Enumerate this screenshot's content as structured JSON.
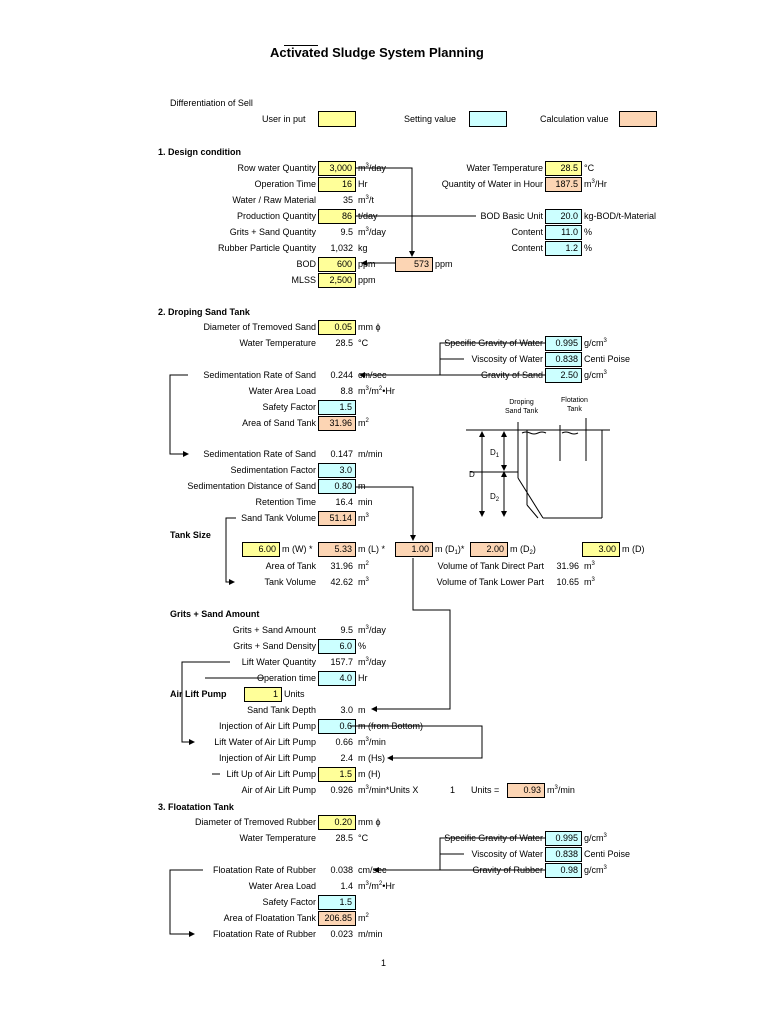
{
  "title": "Activated Sludge System Planning",
  "legend": {
    "heading": "Differentiation of Sell",
    "user": "User in put",
    "setting": "Setting value",
    "calc": "Calculation value"
  },
  "s1": {
    "heading": "1. Design condition",
    "rows": [
      {
        "label": "Row water Quantity",
        "value": "3,000",
        "unit": "m³/day",
        "kind": "in"
      },
      {
        "label": "Operation Time",
        "value": "16",
        "unit": "Hr",
        "kind": "in"
      },
      {
        "label": "Water / Raw Material",
        "value": "35",
        "unit": "m³/t",
        "kind": "plain"
      },
      {
        "label": "Production Quantity",
        "value": "86",
        "unit": "t/day",
        "kind": "in"
      },
      {
        "label": "Grits + Sand Quantity",
        "value": "9.5",
        "unit": "m³/day",
        "kind": "plain"
      },
      {
        "label": "Rubber Particle Quantity",
        "value": "1,032",
        "unit": "kg",
        "kind": "plain"
      },
      {
        "label": "BOD",
        "value": "600",
        "unit": "ppm",
        "kind": "in"
      },
      {
        "label": "MLSS",
        "value": "2,500",
        "unit": "ppm",
        "kind": "in"
      }
    ],
    "right": [
      {
        "label": "Water Temperature",
        "value": "28.5",
        "unit": "°C",
        "kind": "in"
      },
      {
        "label": "Quantity of Water in Hour",
        "value": "187.5",
        "unit": "m³/Hr",
        "kind": "calc"
      },
      {
        "label": "BOD Basic Unit",
        "value": "20.0",
        "unit": "kg-BOD/t-Material",
        "kind": "set"
      },
      {
        "label": "Content",
        "value": "11.0",
        "unit": "%",
        "kind": "set"
      },
      {
        "label": "Content",
        "value": "1.2",
        "unit": "%",
        "kind": "set"
      }
    ],
    "bod_calc": {
      "value": "573",
      "unit": "ppm"
    }
  },
  "s2": {
    "heading": "2. Droping Sand Tank",
    "rows": [
      {
        "label": "Diameter of Tremoved Sand",
        "value": "0.05",
        "unit": "mm ϕ",
        "kind": "in"
      },
      {
        "label": "Water Temperature",
        "value": "28.5",
        "unit": "°C",
        "kind": "plain"
      },
      {
        "label": "",
        "value": "",
        "unit": "",
        "kind": "none"
      },
      {
        "label": "Sedimentation Rate of Sand",
        "value": "0.244",
        "unit": "cm/sec",
        "kind": "plain"
      },
      {
        "label": "Water Area Load",
        "value": "8.8",
        "unit": "m³/m²•Hr",
        "kind": "plain"
      },
      {
        "label": "Safety Factor",
        "value": "1.5",
        "unit": "",
        "kind": "set"
      },
      {
        "label": "Area of Sand Tank",
        "value": "31.96",
        "unit": "m²",
        "kind": "calc"
      }
    ],
    "rows2": [
      {
        "label": "Sedimentation Rate of Sand",
        "value": "0.147",
        "unit": "m/min",
        "kind": "plain"
      },
      {
        "label": "Sedimentation Factor",
        "value": "3.0",
        "unit": "",
        "kind": "set"
      },
      {
        "label": "Sedimentation Distance of Sand",
        "value": "0.80",
        "unit": "m",
        "kind": "set"
      },
      {
        "label": "Retention Time",
        "value": "16.4",
        "unit": "min",
        "kind": "plain"
      },
      {
        "label": "Sand Tank Volume",
        "value": "51.14",
        "unit": "m³",
        "kind": "calc"
      }
    ],
    "right": [
      {
        "label": "Specific Gravity of Water",
        "value": "0.995",
        "unit": "g/cm³",
        "kind": "set"
      },
      {
        "label": "Viscosity of Water",
        "value": "0.838",
        "unit": "Centi Poise",
        "kind": "set"
      },
      {
        "label": "Gravity of Sand",
        "value": "2.50",
        "unit": "g/cm³",
        "kind": "set"
      }
    ],
    "diagram": {
      "left": "Droping\nSand Tank",
      "right": "Flotation\nTank",
      "d": "D",
      "d1": "D",
      "d2": "D"
    }
  },
  "tank": {
    "heading": "Tank Size",
    "w": "6.00",
    "w_unit": "m (W) *",
    "l": "5.33",
    "l_unit": "m (L) *",
    "d1": "1.00",
    "d1_unit": "m (D",
    "d2": "2.00",
    "d2_unit": "m (D",
    "d": "3.00",
    "d_unit": "m (D)",
    "area_label": "Area of Tank",
    "area": "31.96",
    "area_unit": "m²",
    "vol_label": "Tank Volume",
    "vol": "42.62",
    "vol_unit": "m³",
    "vdirect_label": "Volume of Tank Direct Part",
    "vdirect": "31.96",
    "vdirect_unit": "m³",
    "vlower_label": "Volume of Tank Lower Part",
    "vlower": "10.65",
    "vlower_unit": "m³"
  },
  "grits": {
    "heading": "Grits + Sand Amount",
    "rows": [
      {
        "label": "Grits + Sand Amount",
        "value": "9.5",
        "unit": "m³/day",
        "kind": "plain"
      },
      {
        "label": "Grits + Sand Density",
        "value": "6.0",
        "unit": "%",
        "kind": "set"
      },
      {
        "label": "Lift Water Quantity",
        "value": "157.7",
        "unit": "m³/day",
        "kind": "plain"
      },
      {
        "label": "Operation time",
        "value": "4.0",
        "unit": "Hr",
        "kind": "set"
      }
    ],
    "pump_label": "Air Lift Pump",
    "pump_units": "1",
    "pump_units_label": "Units",
    "rows2": [
      {
        "label": "Sand Tank Depth",
        "value": "3.0",
        "unit": "m",
        "kind": "plain"
      },
      {
        "label": "Injection of Air Lift Pump",
        "value": "0.6",
        "unit": "m (from Bottom)",
        "kind": "set"
      },
      {
        "label": "Lift Water of Air Lift Pump",
        "value": "0.66",
        "unit": "m³/min",
        "kind": "plain"
      },
      {
        "label": "Injection of Air Lift Pump",
        "value": "2.4",
        "unit": "m (Hs)",
        "kind": "plain"
      },
      {
        "label": "Lift Up of Air Lift Pump",
        "value": "1.5",
        "unit": "m (H)",
        "kind": "in"
      },
      {
        "label": "Air of Air Lift Pump",
        "value": "0.926",
        "unit": "m³/min*Units  X",
        "kind": "plain"
      }
    ],
    "units_count": "1",
    "units_word": "Units  =",
    "air_total": "0.93",
    "air_total_unit": "m³/min"
  },
  "s3": {
    "heading": "3. Floatation Tank",
    "rows": [
      {
        "label": "Diameter of Tremoved Rubber",
        "value": "0.20",
        "unit": "mm ϕ",
        "kind": "in"
      },
      {
        "label": "Water Temperature",
        "value": "28.5",
        "unit": "°C",
        "kind": "plain"
      },
      {
        "label": "",
        "value": "",
        "unit": "",
        "kind": "none"
      },
      {
        "label": "Floatation Rate of Rubber",
        "value": "0.038",
        "unit": "cm/sec",
        "kind": "plain"
      },
      {
        "label": "Water Area Load",
        "value": "1.4",
        "unit": "m³/m²•Hr",
        "kind": "plain"
      },
      {
        "label": "Safety Factor",
        "value": "1.5",
        "unit": "",
        "kind": "set"
      },
      {
        "label": "Area of Floatation Tank",
        "value": "206.85",
        "unit": "m²",
        "kind": "calc"
      },
      {
        "label": "Floatation Rate of Rubber",
        "value": "0.023",
        "unit": "m/min",
        "kind": "plain"
      }
    ],
    "right": [
      {
        "label": "Specific Gravity of Water",
        "value": "0.995",
        "unit": "g/cm³",
        "kind": "set"
      },
      {
        "label": "Viscosity of Water",
        "value": "0.838",
        "unit": "Centi Poise",
        "kind": "set"
      },
      {
        "label": "Gravity of Rubber",
        "value": "0.98",
        "unit": "g/cm³",
        "kind": "set"
      }
    ]
  },
  "page_number": "1"
}
